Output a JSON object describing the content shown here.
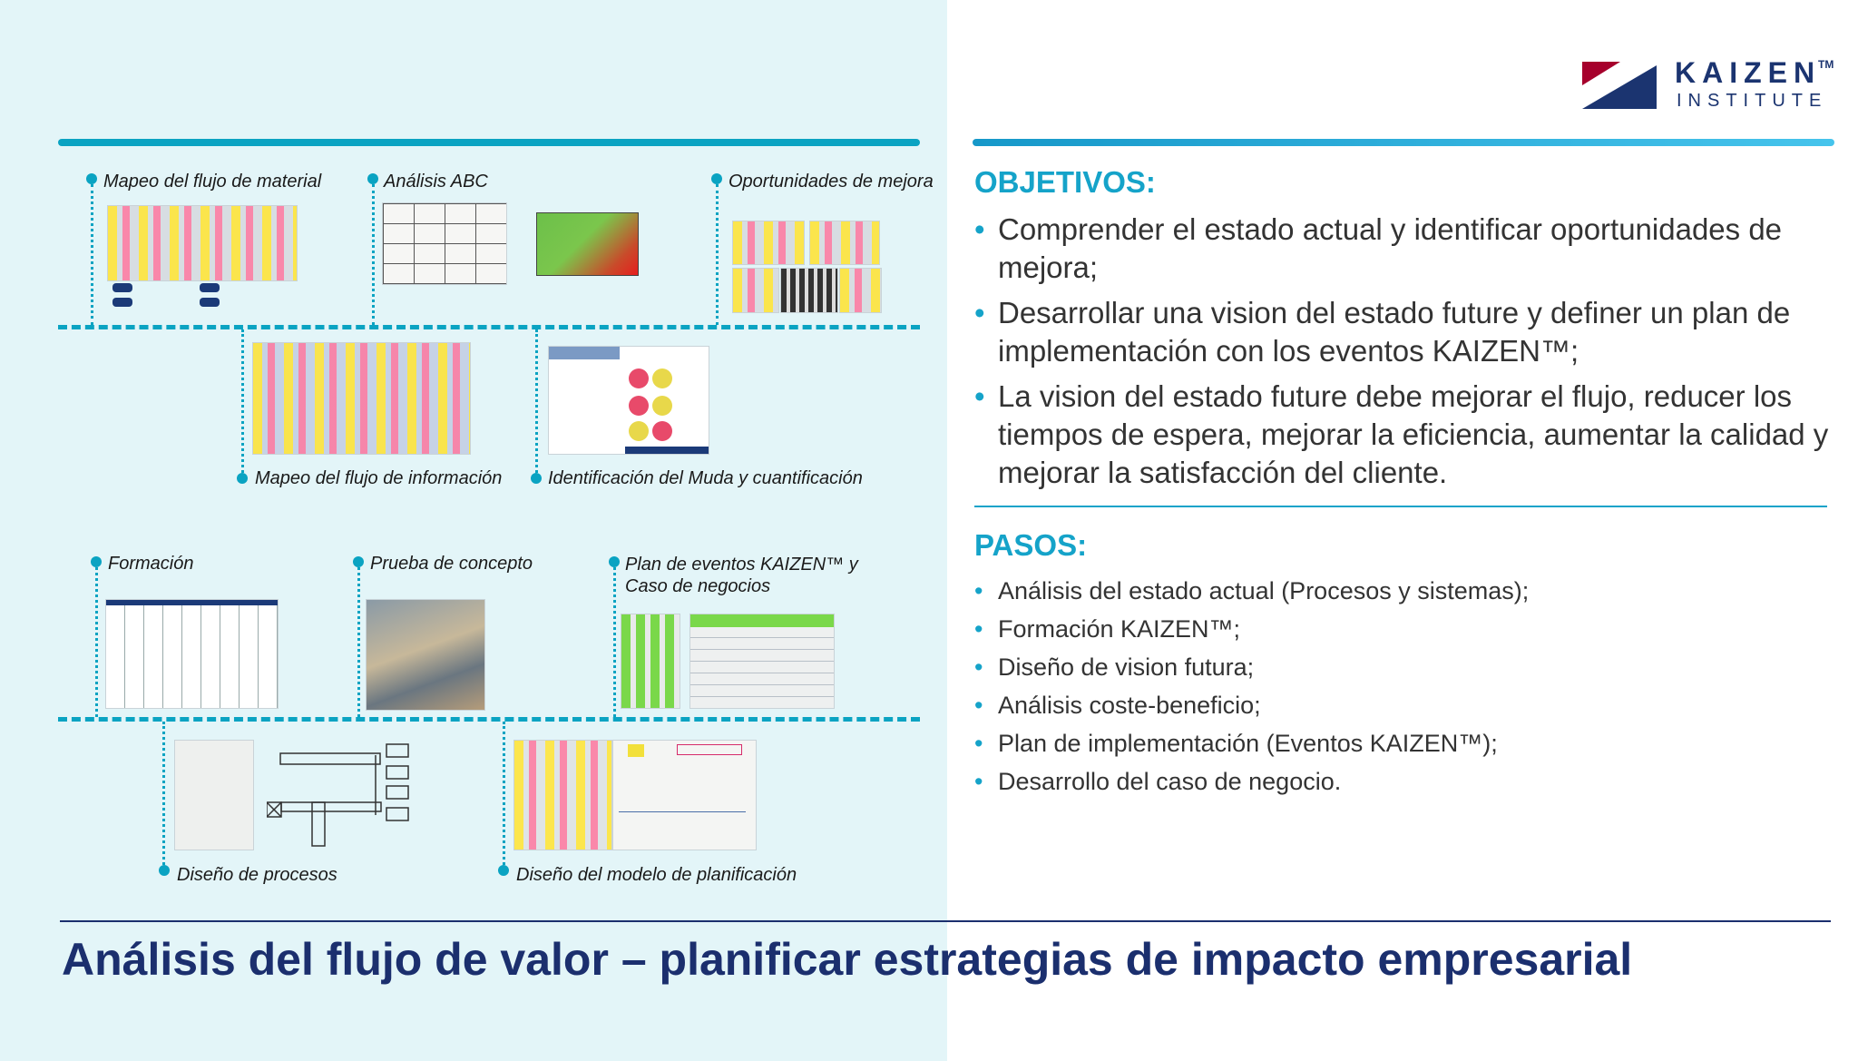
{
  "brand": {
    "name": "KAIZEN",
    "trademark": "TM",
    "subtitle": "INSTITUTE",
    "colors": {
      "navy": "#1b3470",
      "red": "#a6002c",
      "cyan": "#0aa3c2"
    }
  },
  "timeline": {
    "row1": [
      "Mapeo del flujo de material",
      "Análisis ABC",
      "Oportunidades de mejora"
    ],
    "row2": [
      "Mapeo del flujo de información",
      "Identificación del Muda y cuantificación"
    ],
    "row3": [
      "Formación",
      "Prueba de concepto",
      "Plan de eventos KAIZEN™ y",
      "Caso de negocios"
    ],
    "row4": [
      "Diseño de procesos",
      "Diseño del modelo de planificación"
    ]
  },
  "objectives": {
    "heading": "OBJETIVOS:",
    "items": [
      "Comprender el estado actual y identificar oportunidades de mejora;",
      "Desarrollar una vision del estado future y definer un plan de implementación con los eventos KAIZEN™;",
      "La vision del estado future debe mejorar el flujo, reducer los tiempos de espera, mejorar la eficiencia, aumentar la calidad y mejorar la satisfacción del cliente."
    ]
  },
  "steps": {
    "heading": "PASOS:",
    "items": [
      "Análisis del estado actual (Procesos y sistemas);",
      "Formación KAIZEN™;",
      "Diseño de vision futura;",
      "Análisis coste-beneficio;",
      "Plan de implementación (Eventos KAIZEN™);",
      "Desarrollo del caso de negocio."
    ]
  },
  "title": "Análisis del flujo de valor – planificar estrategias de impacto empresarial"
}
